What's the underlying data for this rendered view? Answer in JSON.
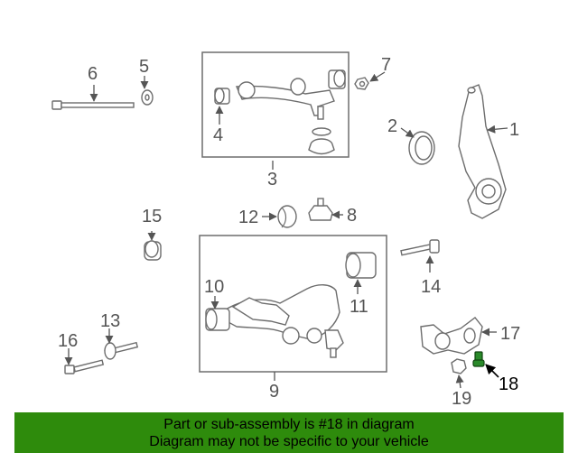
{
  "callouts": {
    "c1": "1",
    "c2": "2",
    "c3": "3",
    "c4": "4",
    "c5": "5",
    "c6": "6",
    "c7": "7",
    "c8": "8",
    "c9": "9",
    "c10": "10",
    "c11": "11",
    "c12": "12",
    "c13": "13",
    "c14": "14",
    "c15": "15",
    "c16": "16",
    "c17": "17",
    "c18": "18",
    "c19": "19"
  },
  "highlighted_part": "18",
  "colors": {
    "banner": "#2e8b0c",
    "highlight_part": "#1f6e1f",
    "line": "#6d6d6d"
  },
  "banner": {
    "line1": "Part or sub-assembly is #18 in diagram",
    "line2": "Diagram may not be specific to your vehicle"
  }
}
